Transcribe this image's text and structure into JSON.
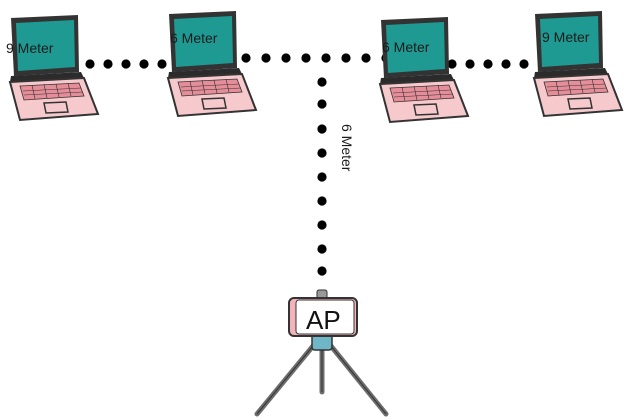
{
  "laptops": [
    {
      "id": "laptop-1",
      "label": "9 Meter"
    },
    {
      "id": "laptop-2",
      "label": "6 Meter"
    },
    {
      "id": "laptop-3",
      "label": "6 Meter"
    },
    {
      "id": "laptop-4",
      "label": "9 Meter"
    }
  ],
  "vertical_link": {
    "label": "6 Meter"
  },
  "access_point": {
    "label": "AP"
  },
  "colors": {
    "screen": "#1e9a93",
    "bezel": "#333333",
    "keyboard_base": "#f6c9cd",
    "keys": "#e58d98",
    "dots": "#000000",
    "phone_body": "#ffffff",
    "phone_edge": "#f2b4ba",
    "tripod_mount": "#6fb6c6",
    "tripod_legs": "#6d6d6d"
  }
}
